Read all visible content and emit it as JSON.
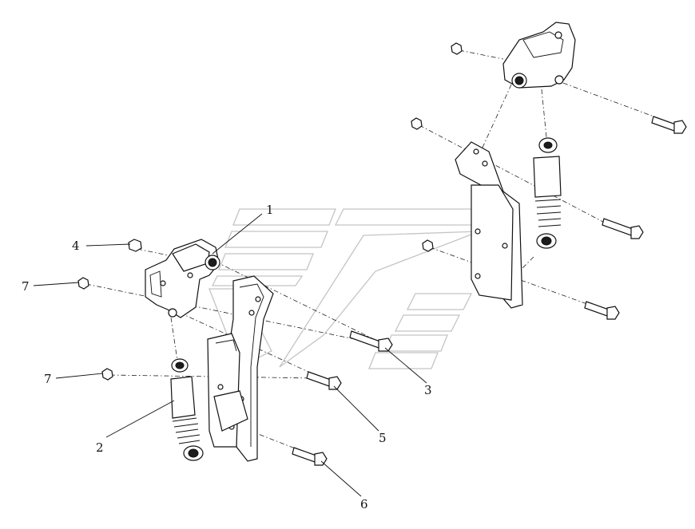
{
  "callouts": [
    {
      "id": "1",
      "label": "1"
    },
    {
      "id": "2",
      "label": "2"
    },
    {
      "id": "3",
      "label": "3"
    },
    {
      "id": "4",
      "label": "4"
    },
    {
      "id": "5",
      "label": "5"
    },
    {
      "id": "6",
      "label": "6"
    },
    {
      "id": "7a",
      "label": "7"
    },
    {
      "id": "7b",
      "label": "7"
    }
  ]
}
